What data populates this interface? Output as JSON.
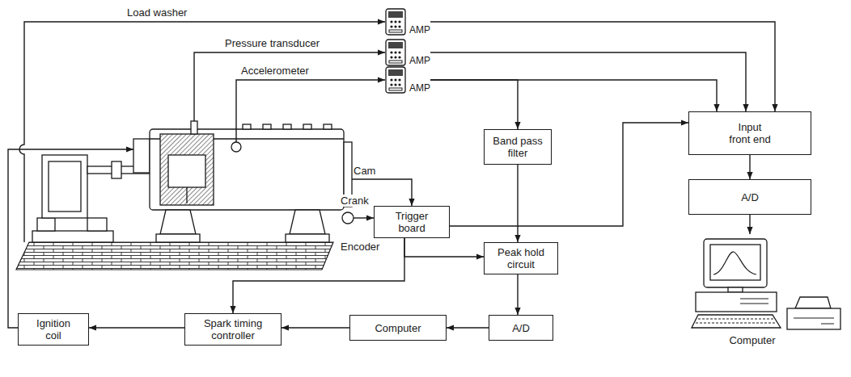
{
  "diagram": {
    "nodes": [
      {
        "text": [
          "AMP"
        ]
      },
      {
        "text": [
          "AMP"
        ]
      },
      {
        "text": [
          "AMP"
        ]
      },
      {
        "text": [
          "Band pass filter"
        ]
      },
      {
        "text": [
          "Input front end"
        ]
      },
      {
        "text": [
          "A/D"
        ]
      },
      {
        "text": [
          "Trigger board"
        ]
      },
      {
        "text": [
          "Peak hold circuit"
        ]
      },
      {
        "text": [
          "Computer"
        ]
      },
      {
        "text": [
          "Ignition coil"
        ]
      },
      {
        "text": [
          "Spark timing controller"
        ]
      },
      {
        "text": [
          "Computer"
        ]
      },
      {
        "text": [
          "A/D"
        ]
      }
    ],
    "edges": [
      {
        "from": 0,
        "to": 4,
        "arrow": "to"
      },
      {
        "from": 1,
        "to": 4,
        "arrow": "to"
      },
      {
        "from": 2,
        "to": 4,
        "arrow": "to"
      },
      {
        "from": 2,
        "to": 3,
        "arrow": "to"
      },
      {
        "from": 3,
        "to": 7,
        "arrow": "to"
      },
      {
        "from": 6,
        "to": 4,
        "arrow": "to"
      },
      {
        "from": 6,
        "to": 7,
        "arrow": "to"
      },
      {
        "from": 6,
        "to": 10,
        "arrow": "to"
      },
      {
        "from": 4,
        "to": 5,
        "arrow": "to"
      },
      {
        "from": 5,
        "to": 8,
        "arrow": "to"
      },
      {
        "from": 7,
        "to": 12,
        "arrow": "to"
      },
      {
        "from": 12,
        "to": 11,
        "arrow": "to"
      },
      {
        "from": 11,
        "to": 10,
        "arrow": "to"
      },
      {
        "from": 10,
        "to": 9,
        "arrow": "to"
      }
    ],
    "labels": [
      "Load washer",
      "Pressure transducer",
      "Accelerometer",
      "Cam",
      "Crank",
      "Encoder"
    ]
  }
}
